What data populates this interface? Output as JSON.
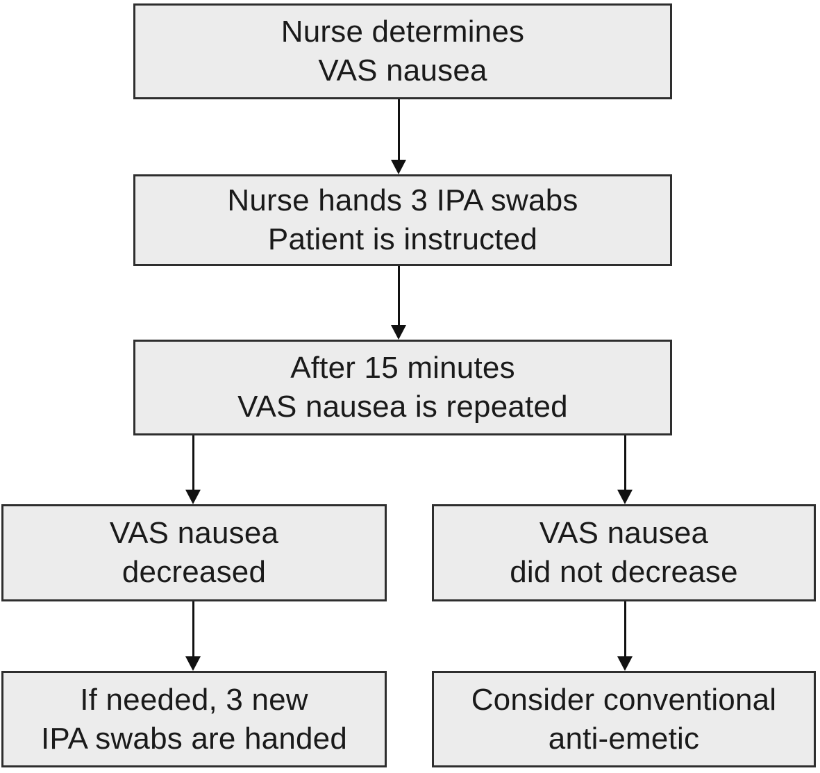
{
  "flowchart": {
    "nodes": [
      {
        "id": "nurse-determines",
        "lines": [
          "Nurse determines",
          "VAS nausea"
        ]
      },
      {
        "id": "nurse-hands-swabs",
        "lines": [
          "Nurse hands 3 IPA swabs",
          "Patient is instructed"
        ]
      },
      {
        "id": "after-15-minutes",
        "lines": [
          "After 15 minutes",
          "VAS nausea is repeated"
        ]
      },
      {
        "id": "vas-decreased",
        "lines": [
          "VAS nausea",
          "decreased"
        ]
      },
      {
        "id": "vas-did-not-decrease",
        "lines": [
          "VAS nausea",
          "did not decrease"
        ]
      },
      {
        "id": "new-swabs-handed",
        "lines": [
          "If needed, 3 new",
          "IPA swabs are handed"
        ]
      },
      {
        "id": "consider-anti-emetic",
        "lines": [
          "Consider conventional",
          "anti-emetic"
        ]
      }
    ],
    "edges": [
      {
        "from": "nurse-determines",
        "to": "nurse-hands-swabs"
      },
      {
        "from": "nurse-hands-swabs",
        "to": "after-15-minutes"
      },
      {
        "from": "after-15-minutes",
        "to": "vas-decreased"
      },
      {
        "from": "after-15-minutes",
        "to": "vas-did-not-decrease"
      },
      {
        "from": "vas-decreased",
        "to": "new-swabs-handed"
      },
      {
        "from": "vas-did-not-decrease",
        "to": "consider-anti-emetic"
      }
    ],
    "colors": {
      "box_fill": "#ececec",
      "box_border": "#2e2e2e",
      "arrow": "#111111",
      "text": "#1a1a1a",
      "background": "#ffffff"
    }
  }
}
